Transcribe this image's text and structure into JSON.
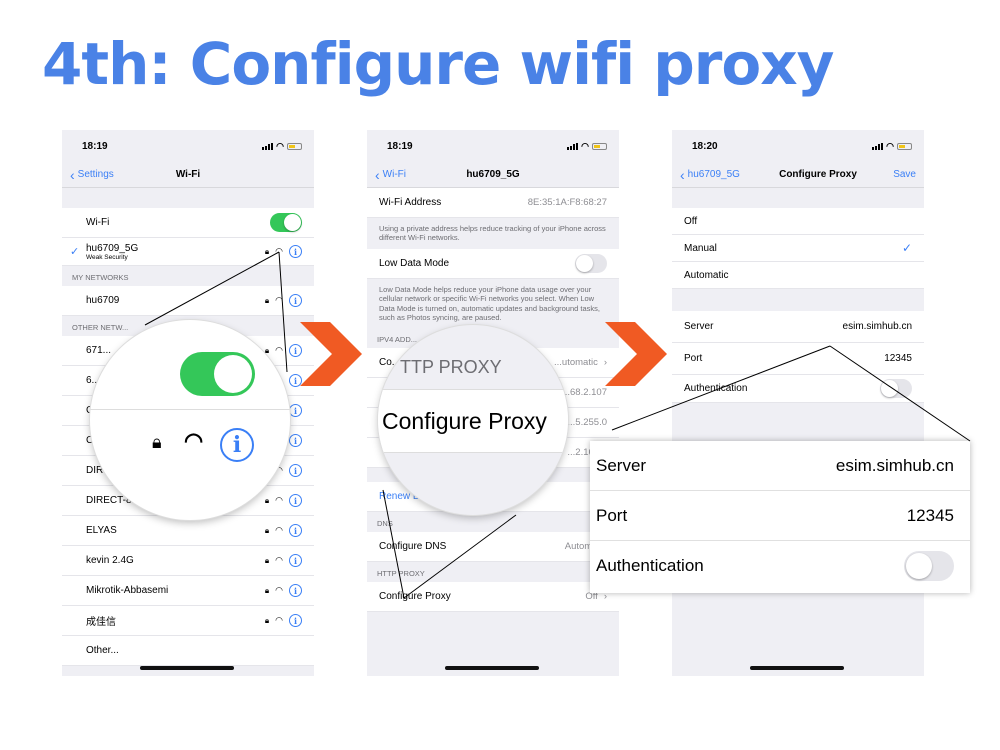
{
  "title": "4th: Configure wifi proxy",
  "phone1": {
    "time": "18:19",
    "back": "Settings",
    "nav_title": "Wi-Fi",
    "wifi_label": "Wi-Fi",
    "connected_name": "hu6709_5G",
    "connected_sub": "Weak Security",
    "my_networks_header": "MY NETWORKS",
    "my_network": "hu6709",
    "other_networks_header": "OTHER NETW...",
    "networks": [
      "671...",
      "6...",
      "C...",
      "Chi...",
      "DIRECT-8... ...es",
      "DIRECT-8F-HP DeskJet 3630 series",
      "ELYAS",
      "kevin 2.4G",
      "Mikrotik-Abbasemi",
      "成佳信",
      "Other..."
    ]
  },
  "phone2": {
    "time": "18:19",
    "back": "Wi-Fi",
    "nav_title": "hu6709_5G",
    "wifi_address_label": "Wi-Fi Address",
    "wifi_address_value": "8E:35:1A:F8:68:27",
    "private_note": "Using a private address helps reduce tracking of your iPhone across different Wi-Fi networks.",
    "low_data_label": "Low Data Mode",
    "low_data_note": "Low Data Mode helps reduce your iPhone data usage over your cellular network or specific Wi-Fi networks you select. When Low Data Mode is turned on, automatic updates and background tasks, such as Photos syncing, are paused.",
    "ipv4_header": "IPV4 ADD...",
    "configure_ip_label": "Co...",
    "configure_ip_value": "...utomatic",
    "ip_value": "...68.2.107",
    "mask_value": "...5.255.0",
    "router_value": "...2.168...",
    "renew": "Renew L...",
    "dns_header": "DNS",
    "configure_dns": "Configure DNS",
    "configure_dns_value": "Automatic",
    "http_proxy_header": "HTTP PROXY",
    "configure_proxy": "Configure Proxy",
    "configure_proxy_value": "Off",
    "mag_header": "TTP PROXY",
    "mag_row": "Configure Proxy"
  },
  "phone3": {
    "time": "18:20",
    "back": "hu6709_5G",
    "nav_title": "Configure Proxy",
    "save": "Save",
    "off": "Off",
    "manual": "Manual",
    "automatic": "Automatic",
    "server_label": "Server",
    "server_value": "esim.simhub.cn",
    "port_label": "Port",
    "port_value": "12345",
    "auth_label": "Authentication"
  },
  "zoom": {
    "server_label": "Server",
    "server_value": "esim.simhub.cn",
    "port_label": "Port",
    "port_value": "12345",
    "auth_label": "Authentication"
  },
  "colors": {
    "accent": "#3a7ff6",
    "title": "#4a82e6",
    "arrow": "#f05a23",
    "toggle_on": "#34c759"
  }
}
